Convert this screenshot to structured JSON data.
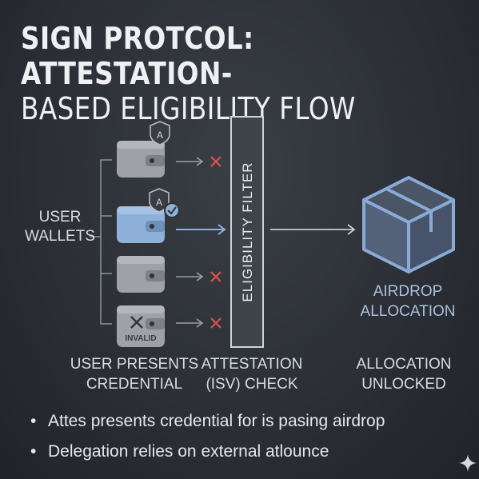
{
  "title": {
    "line1": "SIGN PROTCOL: ATTESTATION-",
    "line2": "BASED ELIGIBILITY FLOW"
  },
  "labels": {
    "user_wallets": "USER WALLETS",
    "eligibility_filter": "ELIGIBILITY FILTER",
    "airdrop_allocation": "AIRDROP ALLOCATION",
    "invalid": "INVALID"
  },
  "steps": [
    "USER PRESENTS CREDENTIAL",
    "ATTESTATION (ISV) CHECK",
    "ALLOCATION UNLOCKED"
  ],
  "bullets": [
    "Attes presents credential  for is pasing airdrop",
    "Delegation relies on external atlounce"
  ],
  "icons": {
    "wallet": "wallet-icon",
    "shield": "shield-a-icon",
    "check": "check-badge-icon",
    "reject": "x-mark-icon",
    "box": "package-box-icon",
    "sparkle": "sparkle-icon"
  },
  "colors": {
    "background": "#2c3036",
    "wallet_grey": "#9ea2a8",
    "wallet_selected": "#8fb0d8",
    "reject_red": "#d9534f",
    "box_blue": "#8aaad6",
    "filter_fill": "#3f444b"
  }
}
